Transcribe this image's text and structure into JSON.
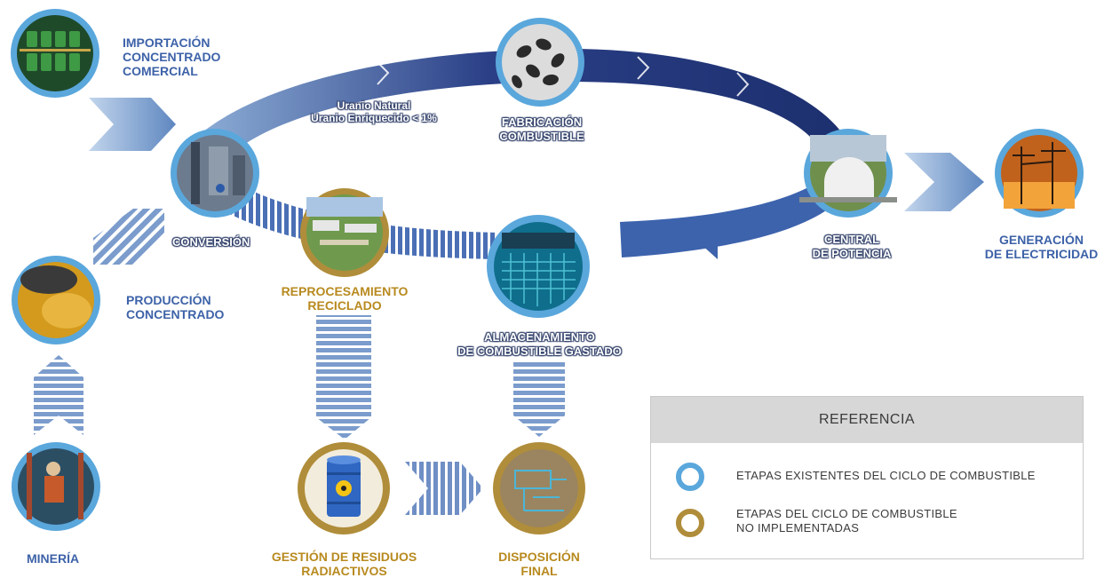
{
  "labels": {
    "importacion": [
      "IMPORTACIÓN",
      "CONCENTRADO",
      "COMERCIAL"
    ],
    "uranio": [
      "Uranio Natural",
      "Uranio Enriquecido < 1%"
    ],
    "fabricacion": [
      "FABRICACIÓN",
      "COMBUSTIBLE"
    ],
    "central": [
      "CENTRAL",
      "DE POTENCIA"
    ],
    "generacion": [
      "GENERACIÓN",
      "DE ELECTRICIDAD"
    ],
    "conversion": "CONVERSIÓN",
    "produccion": [
      "PRODUCCIÓN",
      "CONCENTRADO"
    ],
    "reprocesamiento": [
      "REPROCESAMIENTO",
      "RECICLADO"
    ],
    "almacenamiento": [
      "ALMACENAMIENTO",
      "DE COMBUSTIBLE GASTADO"
    ],
    "mineria": "MINERÍA",
    "gestion": [
      "GESTIÓN DE RESIDUOS",
      "RADIACTIVOS"
    ],
    "disposicion": [
      "DISPOSICIÓN",
      "FINAL"
    ]
  },
  "legend": {
    "title": "REFERENCIA",
    "existing": "ETAPAS EXISTENTES DEL CICLO DE COMBUSTIBLE",
    "not_implemented": [
      "ETAPAS DEL CICLO DE COMBUSTIBLE",
      "NO IMPLEMENTADAS"
    ]
  },
  "colors": {
    "existing_ring": "#5aa7dc",
    "not_implemented_ring": "#b08d3a",
    "cycle_dark": "#1c2f6e",
    "cycle_light": "#7ea3cf",
    "label_blue": "#3d62a8",
    "label_gold": "#b88a1f"
  },
  "icons": {
    "importacion": "barrels-photo-icon",
    "fabricacion": "fuel-pellets-photo-icon",
    "conversion": "conversion-plant-photo-icon",
    "central": "nuclear-plant-photo-icon",
    "generacion": "power-lines-photo-icon",
    "reprocesamiento": "reprocessing-site-photo-icon",
    "almacenamiento": "spent-fuel-pool-photo-icon",
    "produccion": "yellowcake-photo-icon",
    "mineria": "mine-worker-photo-icon",
    "gestion": "radioactive-drum-icon",
    "disposicion": "final-repository-blueprint-icon"
  }
}
